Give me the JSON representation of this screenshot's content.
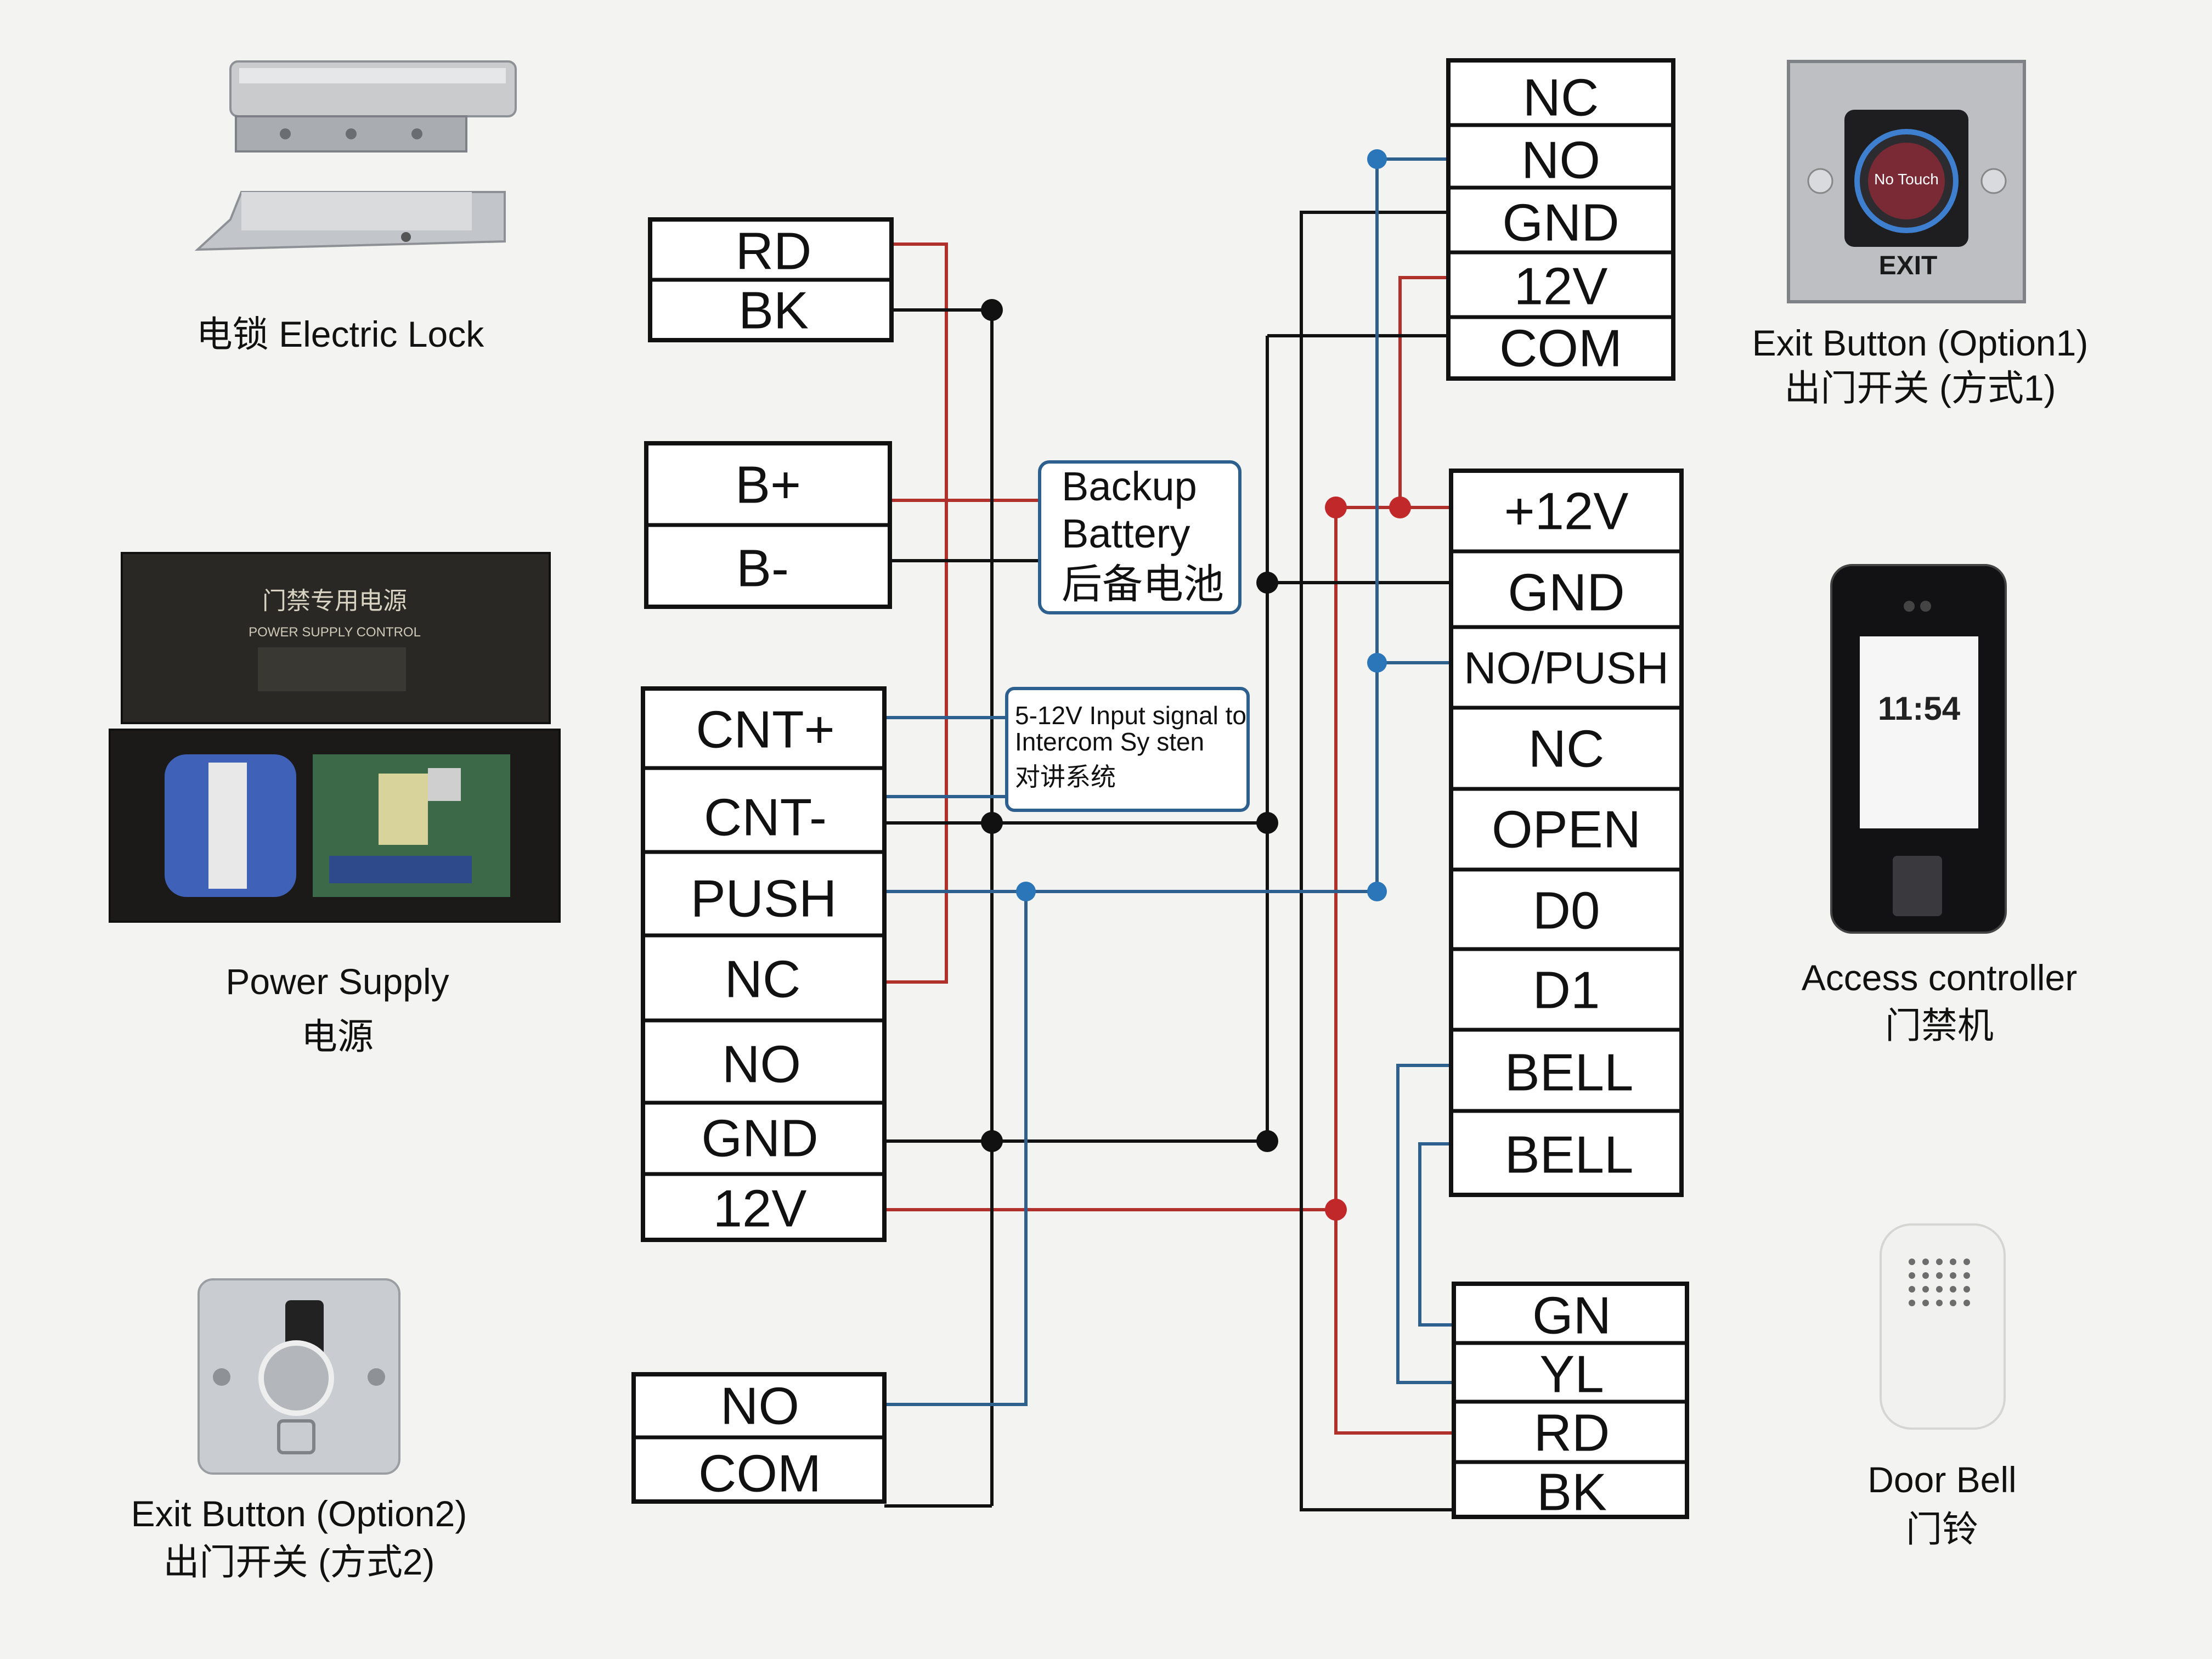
{
  "blocks": {
    "lock": [
      "RD",
      "BK"
    ],
    "battery": [
      "B+",
      "B-"
    ],
    "power": [
      "CNT+",
      "CNT-",
      "PUSH",
      "NC",
      "NO",
      "GND",
      "12V"
    ],
    "exit2": [
      "NO",
      "COM"
    ],
    "exit1": [
      "NC",
      "NO",
      "GND",
      "12V",
      "COM"
    ],
    "controller": [
      "+12V",
      "GND",
      "NO/PUSH",
      "NC",
      "OPEN",
      "D0",
      "D1",
      "BELL",
      "BELL"
    ],
    "doorbell": [
      "GN",
      "YL",
      "RD",
      "BK"
    ]
  },
  "notes": {
    "battery": [
      "Backup",
      "Battery",
      "后备电池"
    ],
    "intercom": [
      "5-12V Input signal to",
      "Intercom Sy sten",
      "对讲系统"
    ]
  },
  "captions": {
    "lock": "电锁   Electric Lock",
    "power_en": "Power  Supply",
    "power_cn": "电源",
    "exit2_en": "Exit Button  (Option2)",
    "exit2_cn": "出门开关 (方式2)",
    "exit1_en": "Exit Button  (Option1)",
    "exit1_cn": "出门开关 (方式1)",
    "controller_en": "Access  controller",
    "controller_cn": "门禁机",
    "doorbell_en": "Door Bell",
    "doorbell_cn": "门铃"
  },
  "device_labels": {
    "psu_title": "门禁专用电源",
    "psu_sub": "POWER SUPPLY CONTROL",
    "exit1_face": "No Touch",
    "exit1_plate": "EXIT",
    "controller_time": "11:54"
  },
  "colors": {
    "red_wire": "#b0302b",
    "black_wire": "#111111",
    "blue_wire": "#2d5f8f"
  }
}
